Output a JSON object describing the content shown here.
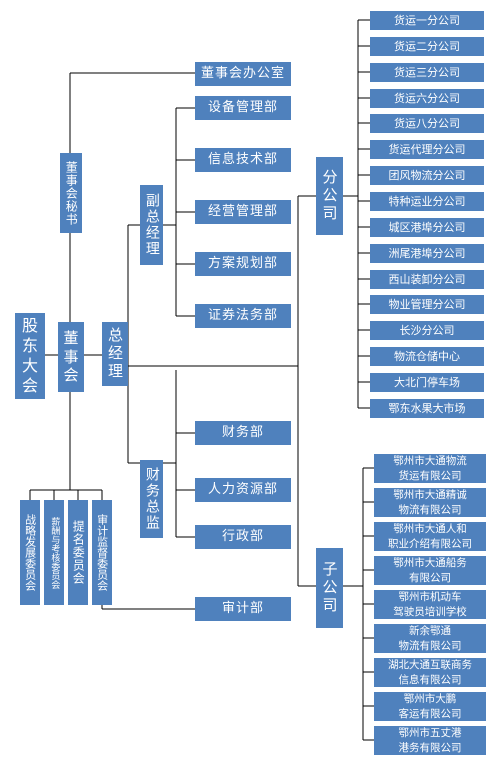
{
  "colors": {
    "box_fill": "#4f81bd",
    "box_text": "#ffffff",
    "line": "#000000"
  },
  "shareholders": "股东大会",
  "board": "董事会",
  "board_secretary": "董事会秘书",
  "board_office": "董事会办公室",
  "general_manager": "总经理",
  "deputy_gm": "副总经理",
  "finance_director": "财务总监",
  "departments": [
    "设备管理部",
    "信息技术部",
    "经营管理部",
    "方案规划部",
    "证券法务部"
  ],
  "finance_departments": [
    "财务部",
    "人力资源部",
    "行政部"
  ],
  "audit_department": "审计部",
  "committees": [
    "战略发展委员会",
    "薪酬与考核委员会",
    "提名委员会",
    "审计监督委员会"
  ],
  "branch_label": "分公司",
  "branches": [
    "货运一分公司",
    "货运二分公司",
    "货运三分公司",
    "货运六分公司",
    "货运八分公司",
    "货运代理分公司",
    "团风物流分公司",
    "特种运业分公司",
    "城区港埠分公司",
    "洲尾港埠分公司",
    "西山装卸分公司",
    "物业管理分公司",
    "长沙分公司",
    "物流仓储中心",
    "大北门停车场",
    "鄂东水果大市场"
  ],
  "subsidiary_label": "子公司",
  "subsidiaries": [
    "鄂州市大通物流\n货运有限公司",
    "鄂州市大通精诚\n物流有限公司",
    "鄂州市大通人和\n职业介绍有限公司",
    "鄂州市大通船务\n有限公司",
    "鄂州市机动车\n驾驶员培训学校",
    "新余鄂通\n物流有限公司",
    "湖北大通互联商务\n信息有限公司",
    "鄂州市大鹏\n客运有限公司",
    "鄂州市五丈港\n港务有限公司"
  ]
}
